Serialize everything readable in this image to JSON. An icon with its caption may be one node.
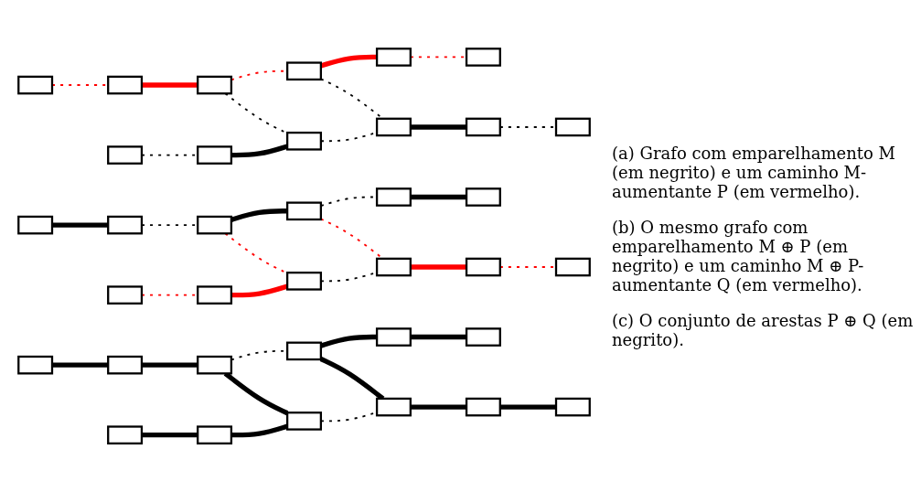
{
  "diagram": {
    "nodes": [
      {
        "text": [],
        "shape": "box"
      },
      {
        "text": [],
        "shape": "box"
      },
      {
        "text": [],
        "shape": "box"
      },
      {
        "text": [],
        "shape": "box"
      },
      {
        "text": [],
        "shape": "box"
      },
      {
        "text": [],
        "shape": "box"
      },
      {
        "text": [],
        "shape": "box"
      },
      {
        "text": [],
        "shape": "box"
      },
      {
        "text": [],
        "shape": "box"
      },
      {
        "text": [],
        "shape": "box"
      },
      {
        "text": [],
        "shape": "box"
      },
      {
        "text": [],
        "shape": "box"
      },
      {
        "text": [],
        "shape": "box"
      },
      {
        "text": [],
        "shape": "box"
      },
      {
        "text": [],
        "shape": "box"
      },
      {
        "text": [],
        "shape": "box"
      },
      {
        "text": [],
        "shape": "box"
      },
      {
        "text": [],
        "shape": "box"
      },
      {
        "text": [],
        "shape": "box"
      },
      {
        "text": [],
        "shape": "box"
      },
      {
        "text": [],
        "shape": "box"
      },
      {
        "text": [],
        "shape": "box"
      },
      {
        "text": [],
        "shape": "box"
      },
      {
        "text": [],
        "shape": "box"
      },
      {
        "text": [],
        "shape": "box"
      },
      {
        "text": [],
        "shape": "box"
      },
      {
        "text": [],
        "shape": "box"
      },
      {
        "text": [],
        "shape": "box"
      },
      {
        "text": [],
        "shape": "box"
      },
      {
        "text": [],
        "shape": "box"
      },
      {
        "text": [],
        "shape": "box"
      },
      {
        "text": [],
        "shape": "box"
      },
      {
        "text": [],
        "shape": "box"
      },
      {
        "text": [],
        "shape": "box"
      },
      {
        "text": [],
        "shape": "box"
      },
      {
        "text": [],
        "shape": "box"
      }
    ],
    "edges": [
      {
        "from": 0,
        "to": 1,
        "arrow": "none",
        "style": "dashed",
        "color": "#ff0000"
      },
      {
        "from": 1,
        "to": 2,
        "arrow": "none",
        "color": "#ff0000"
      },
      {
        "from": 2,
        "to": 3,
        "arrow": "none",
        "style": "dashed",
        "color": "#ff0000"
      },
      {
        "from": 3,
        "to": 4,
        "arrow": "none",
        "color": "#ff0000"
      },
      {
        "from": 4,
        "to": 5,
        "arrow": "none",
        "style": "dashed",
        "color": "#ff0000"
      },
      {
        "from": 2,
        "to": 8,
        "arrow": "none",
        "style": "dashed"
      },
      {
        "from": 3,
        "to": 9,
        "arrow": "none",
        "style": "dashed"
      },
      {
        "from": 6,
        "to": 7,
        "arrow": "none",
        "style": "dashed"
      },
      {
        "from": 7,
        "to": 8,
        "arrow": "none"
      },
      {
        "from": 8,
        "to": 9,
        "arrow": "none",
        "style": "dashed"
      },
      {
        "from": 9,
        "to": 10,
        "arrow": "none"
      },
      {
        "from": 10,
        "to": 11,
        "arrow": "none",
        "style": "dashed"
      },
      {
        "from": 12,
        "to": 13,
        "arrow": "none"
      },
      {
        "from": 13,
        "to": 14,
        "arrow": "none",
        "style": "dashed"
      },
      {
        "from": 14,
        "to": 15,
        "arrow": "none"
      },
      {
        "from": 15,
        "to": 16,
        "arrow": "none",
        "style": "dashed"
      },
      {
        "from": 16,
        "to": 17,
        "arrow": "none"
      },
      {
        "from": 14,
        "to": 20,
        "arrow": "none",
        "style": "dashed",
        "color": "#ff0000"
      },
      {
        "from": 15,
        "to": 21,
        "arrow": "none",
        "style": "dashed",
        "color": "#ff0000"
      },
      {
        "from": 18,
        "to": 19,
        "arrow": "none",
        "style": "dashed",
        "color": "#ff0000"
      },
      {
        "from": 19,
        "to": 20,
        "arrow": "none",
        "color": "#ff0000"
      },
      {
        "from": 20,
        "to": 21,
        "arrow": "none",
        "style": "dashed"
      },
      {
        "from": 21,
        "to": 22,
        "arrow": "none",
        "color": "#ff0000"
      },
      {
        "from": 22,
        "to": 23,
        "arrow": "none",
        "style": "dashed",
        "color": "#ff0000"
      },
      {
        "from": 24,
        "to": 25,
        "arrow": "none"
      },
      {
        "from": 25,
        "to": 26,
        "arrow": "none"
      },
      {
        "from": 26,
        "to": 27,
        "arrow": "none",
        "style": "dashed"
      },
      {
        "from": 27,
        "to": 28,
        "arrow": "none"
      },
      {
        "from": 28,
        "to": 29,
        "arrow": "none"
      },
      {
        "from": 26,
        "to": 32,
        "arrow": "none"
      },
      {
        "from": 27,
        "to": 33,
        "arrow": "none"
      },
      {
        "from": 30,
        "to": 31,
        "arrow": "none"
      },
      {
        "from": 31,
        "to": 32,
        "arrow": "none"
      },
      {
        "from": 32,
        "to": 33,
        "arrow": "none",
        "style": "dashed"
      },
      {
        "from": 33,
        "to": 34,
        "arrow": "none"
      },
      {
        "from": 34,
        "to": 35,
        "arrow": "none"
      }
    ],
    "labels": [
      "(a) Grafo com emparelhamento M (em negrito) e um caminho M-aumentante P (em vermelho).",
      "(b) O mesmo grafo com emparelhamento M ⊕ P (em negrito) e um caminho M ⊕ P-aumentante Q (em vermelho).",
      "(c) O conjunto de arestas P ⊕ Q (em negrito)."
    ]
  }
}
